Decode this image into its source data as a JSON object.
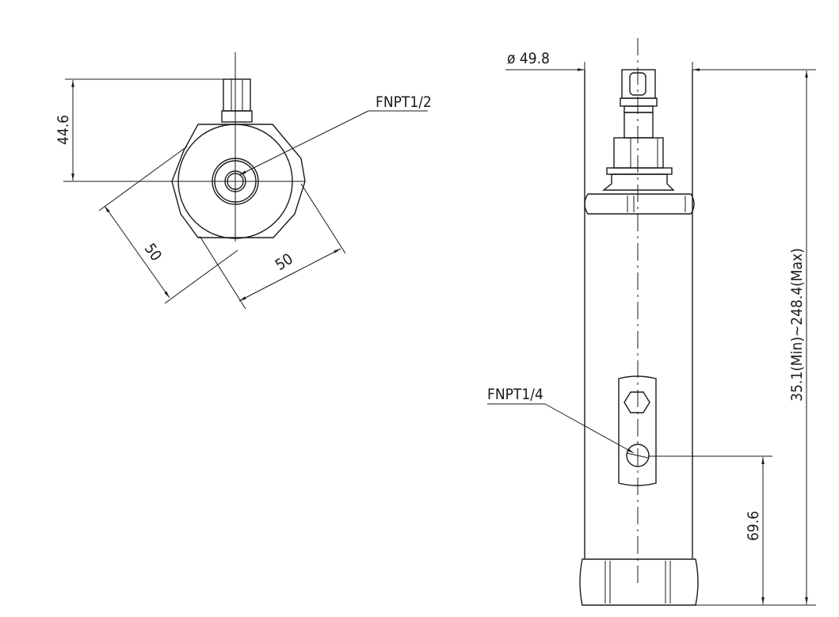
{
  "drawing": {
    "top_view": {
      "height_dim": "44.6",
      "port_label": "FNPT1/2",
      "hex_flat_dim_left": "50",
      "hex_flat_dim_right": "50"
    },
    "side_view": {
      "diameter_dim": "ø 49.8",
      "length_dim": "35.1(Min)~248.4(Max)",
      "side_port_label": "FNPT1/4",
      "side_port_height_dim": "69.6"
    }
  }
}
